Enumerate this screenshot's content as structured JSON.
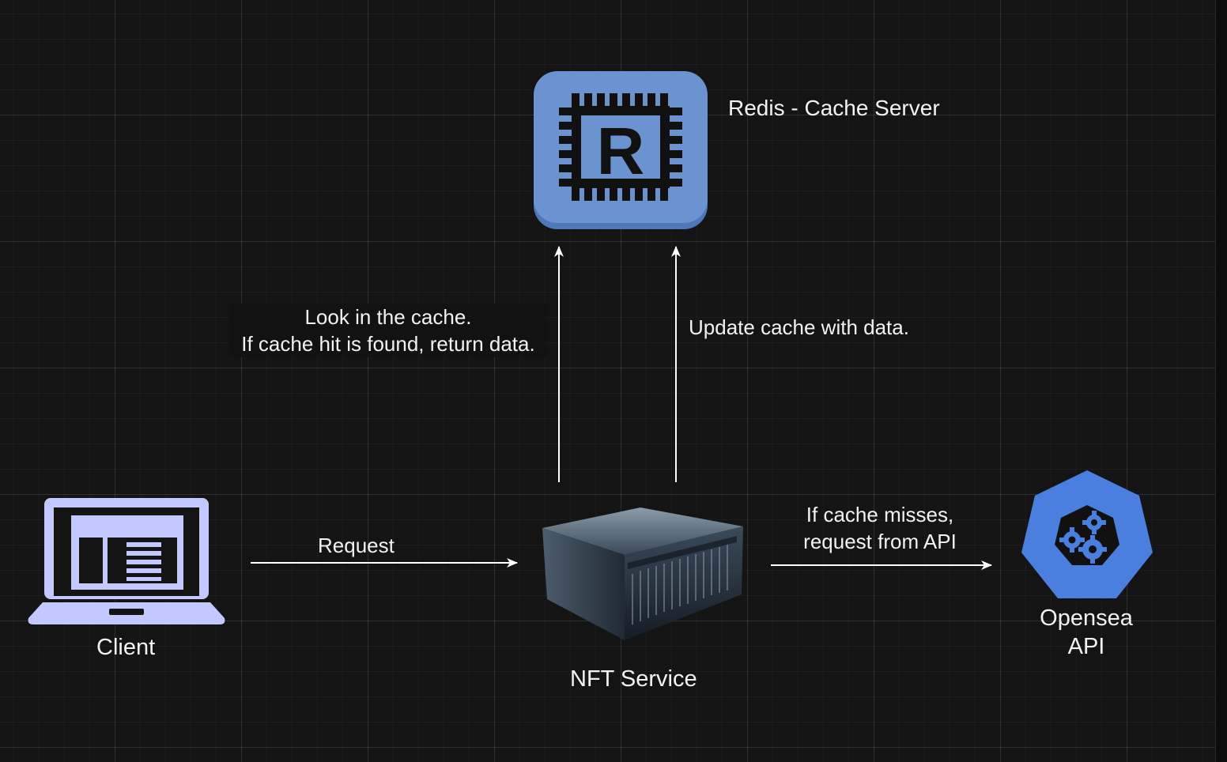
{
  "diagram": {
    "nodes": {
      "redis": {
        "label": "Redis - Cache Server",
        "icon": "redis-chip-icon",
        "color": "#6b93cf",
        "glyph": "R"
      },
      "client": {
        "label": "Client",
        "icon": "laptop-icon",
        "color": "#c3c8ff"
      },
      "nft_service": {
        "label": "NFT Service",
        "icon": "server-rack-icon"
      },
      "opensea": {
        "label_line1": "Opensea",
        "label_line2": "API",
        "icon": "gears-heptagon-icon",
        "color": "#4a7fe0"
      }
    },
    "edges": {
      "lookup": {
        "line1": "Look in the cache.",
        "line2": "If cache hit is found, return data."
      },
      "update": {
        "label": "Update cache with data."
      },
      "request": {
        "label": "Request"
      },
      "api": {
        "line1": "If cache misses,",
        "line2": "request  from API"
      }
    }
  }
}
